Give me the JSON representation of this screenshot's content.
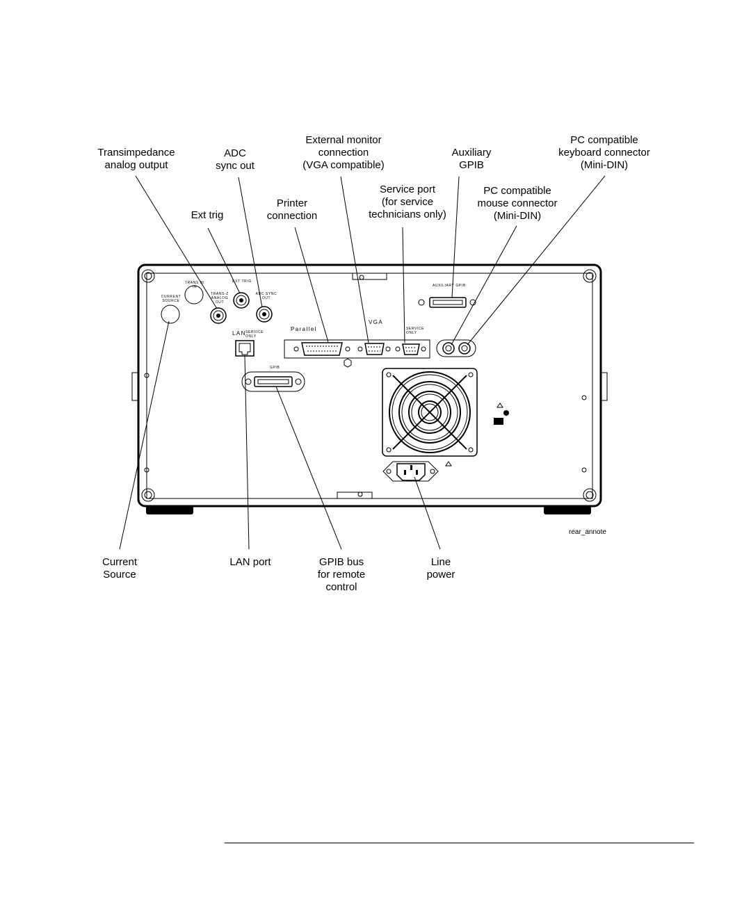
{
  "callouts": {
    "transimpedance": [
      "Transimpedance",
      "analog output"
    ],
    "adc_sync": [
      "ADC",
      "sync out"
    ],
    "ext_monitor": [
      "External monitor",
      "connection",
      "(VGA compatible)"
    ],
    "aux_gpib": [
      "Auxiliary",
      "GPIB"
    ],
    "keyboard": [
      "PC compatible",
      "keyboard connector",
      "(Mini-DIN)"
    ],
    "ext_trig": [
      "Ext trig"
    ],
    "printer": [
      "Printer",
      "connection"
    ],
    "service_port": [
      "Service port",
      "(for service",
      "technicians only)"
    ],
    "mouse": [
      "PC compatible",
      "mouse connector",
      "(Mini-DIN)"
    ],
    "current_source": [
      "Current",
      "Source"
    ],
    "lan_port": [
      "LAN port"
    ],
    "gpib_bus": [
      "GPIB bus",
      "for remote",
      "control"
    ],
    "line_power": [
      "Line",
      "power"
    ]
  },
  "panel_labels": {
    "current_source": [
      "CURRENT",
      "SOURCE"
    ],
    "trans_hi_z_in": [
      "TRANS HI",
      "IN"
    ],
    "trans_hi_z_out": [
      "TRANS-Z",
      "ANALOG",
      "OUT"
    ],
    "ext_trig": "EXT TRIG",
    "adc_sync": [
      "ADC SYNC",
      "OUT"
    ],
    "lan": "LAN",
    "service_only": [
      "SERVICE",
      "ONLY"
    ],
    "parallel": "Parallel",
    "vga": "VGA",
    "service_only_2": [
      "SERVICE",
      "ONLY"
    ],
    "aux_gpib": "AUXILIARY GPIB",
    "gpib": "GPIB"
  },
  "figure_name": "rear_annote"
}
